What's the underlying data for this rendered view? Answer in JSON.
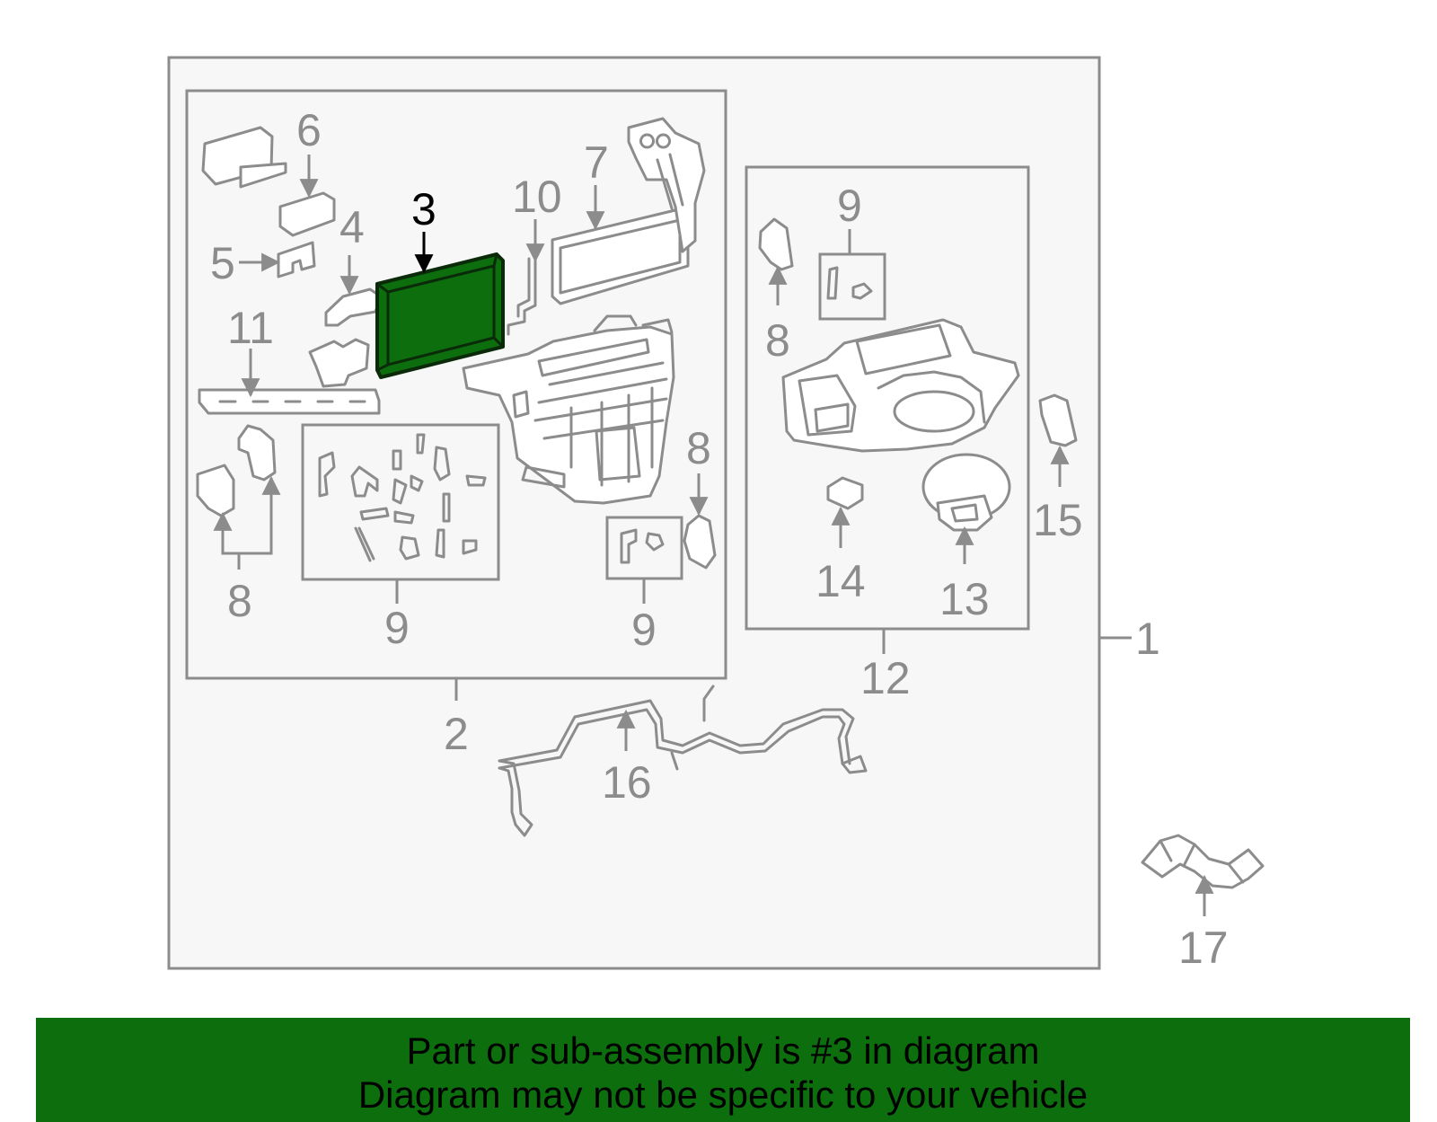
{
  "colors": {
    "highlight": "#0c6e0c",
    "banner_background": "#0c6e0c",
    "line_gray": "#8c8c8c",
    "box_fill": "#f7f7f7"
  },
  "callouts": {
    "c1": "1",
    "c2": "2",
    "c3": "3",
    "c4": "4",
    "c5": "5",
    "c6": "6",
    "c7": "7",
    "c8a": "8",
    "c8b": "8",
    "c8c": "8",
    "c9a": "9",
    "c9b": "9",
    "c9c": "9",
    "c10": "10",
    "c11": "11",
    "c12": "12",
    "c13": "13",
    "c14": "14",
    "c15": "15",
    "c16": "16",
    "c17": "17"
  },
  "banner": {
    "line1": "Part or sub-assembly is #3 in diagram",
    "line2": "Diagram may not be specific to your vehicle"
  }
}
